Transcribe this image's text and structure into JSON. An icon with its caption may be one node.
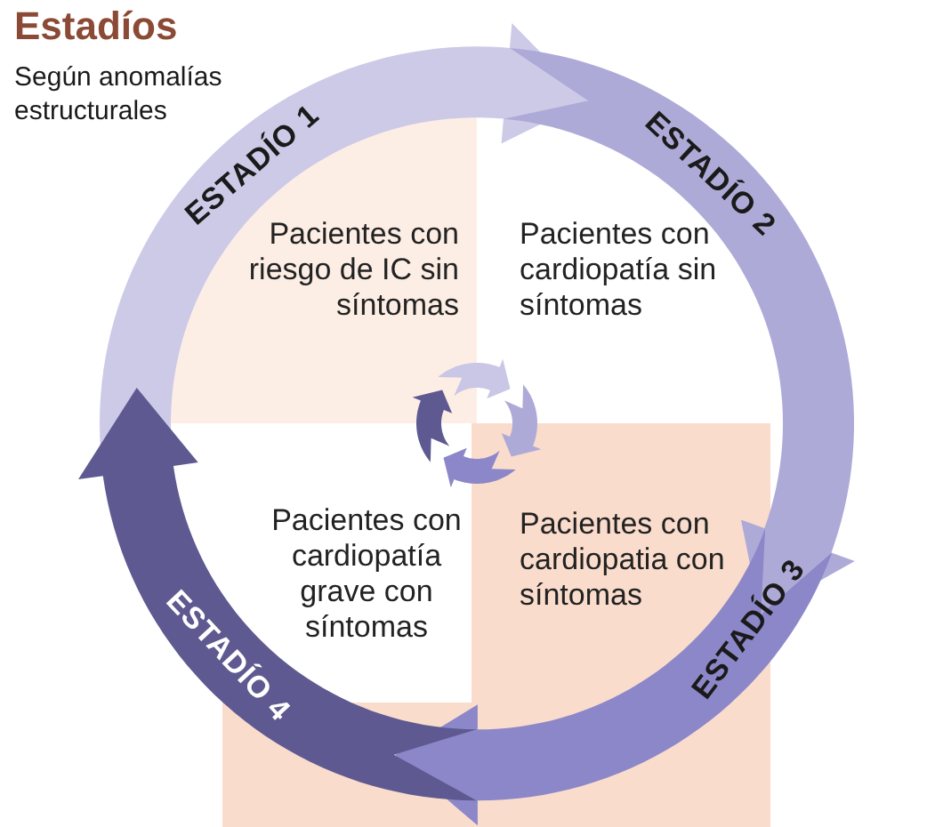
{
  "diagram": {
    "title": "Estadíos",
    "nodes": [
      {
        "text": [
          "ESTADÍO 1"
        ]
      },
      {
        "text": [
          "ESTADÍO 2"
        ]
      },
      {
        "text": [
          "ESTADÍO 3"
        ]
      },
      {
        "text": [
          "ESTADÍO 4"
        ]
      },
      {
        "text": [
          "Pacientes con riesgo de IC sin síntomas"
        ]
      },
      {
        "text": [
          "Pacientes con cardiopatía sin síntomas"
        ]
      },
      {
        "text": [
          "Pacientes con cardiopatía grave con síntomas"
        ]
      },
      {
        "text": [
          "Pacientes con cardiopatia con síntomas"
        ]
      }
    ],
    "labels": [
      "Según anomalías estructurales"
    ]
  }
}
